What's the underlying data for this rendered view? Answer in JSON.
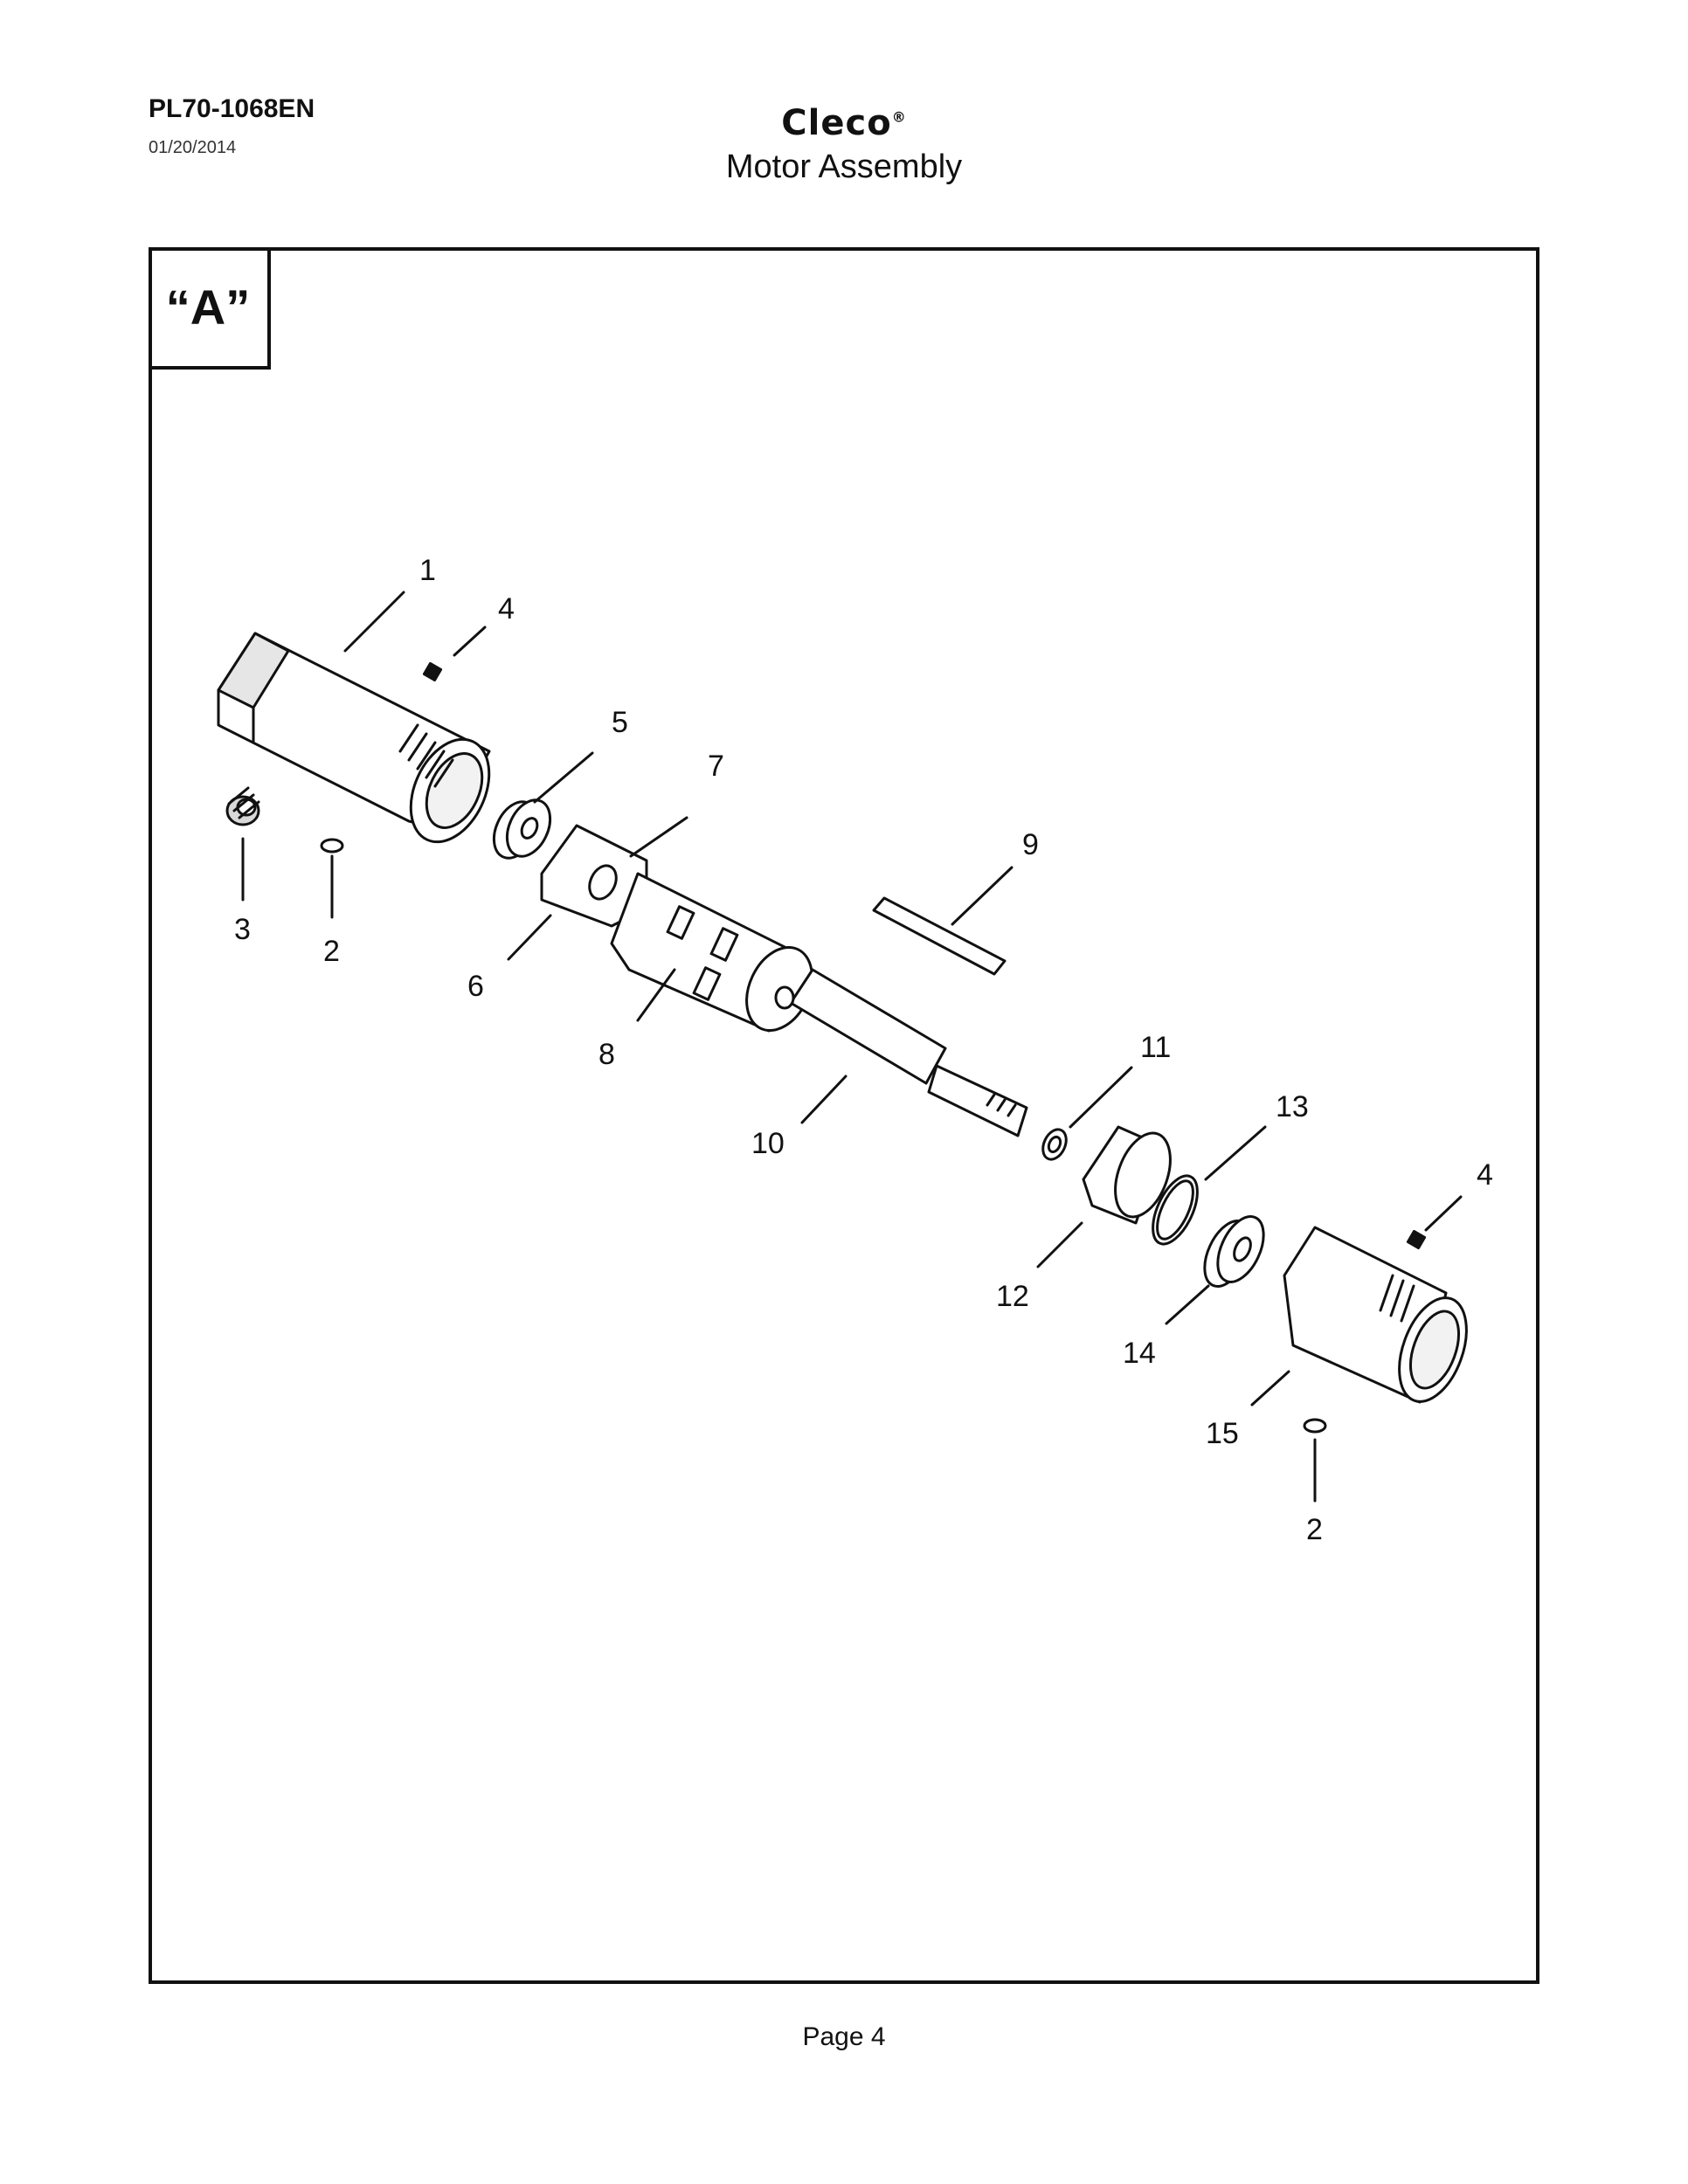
{
  "header": {
    "doc_number": "PL70-1068EN",
    "doc_date": "01/20/2014",
    "brand": "Cleco",
    "brand_mark": "®",
    "subtitle": "Motor Assembly"
  },
  "view_label": "“A”",
  "callouts": [
    "1",
    "4",
    "5",
    "7",
    "9",
    "3",
    "2",
    "6",
    "8",
    "11",
    "10",
    "13",
    "4",
    "12",
    "14",
    "15",
    "2"
  ],
  "footer": {
    "page": "Page 4"
  },
  "colors": {
    "ink": "#111111",
    "paper": "#ffffff",
    "shade": "#d8d8d8"
  }
}
